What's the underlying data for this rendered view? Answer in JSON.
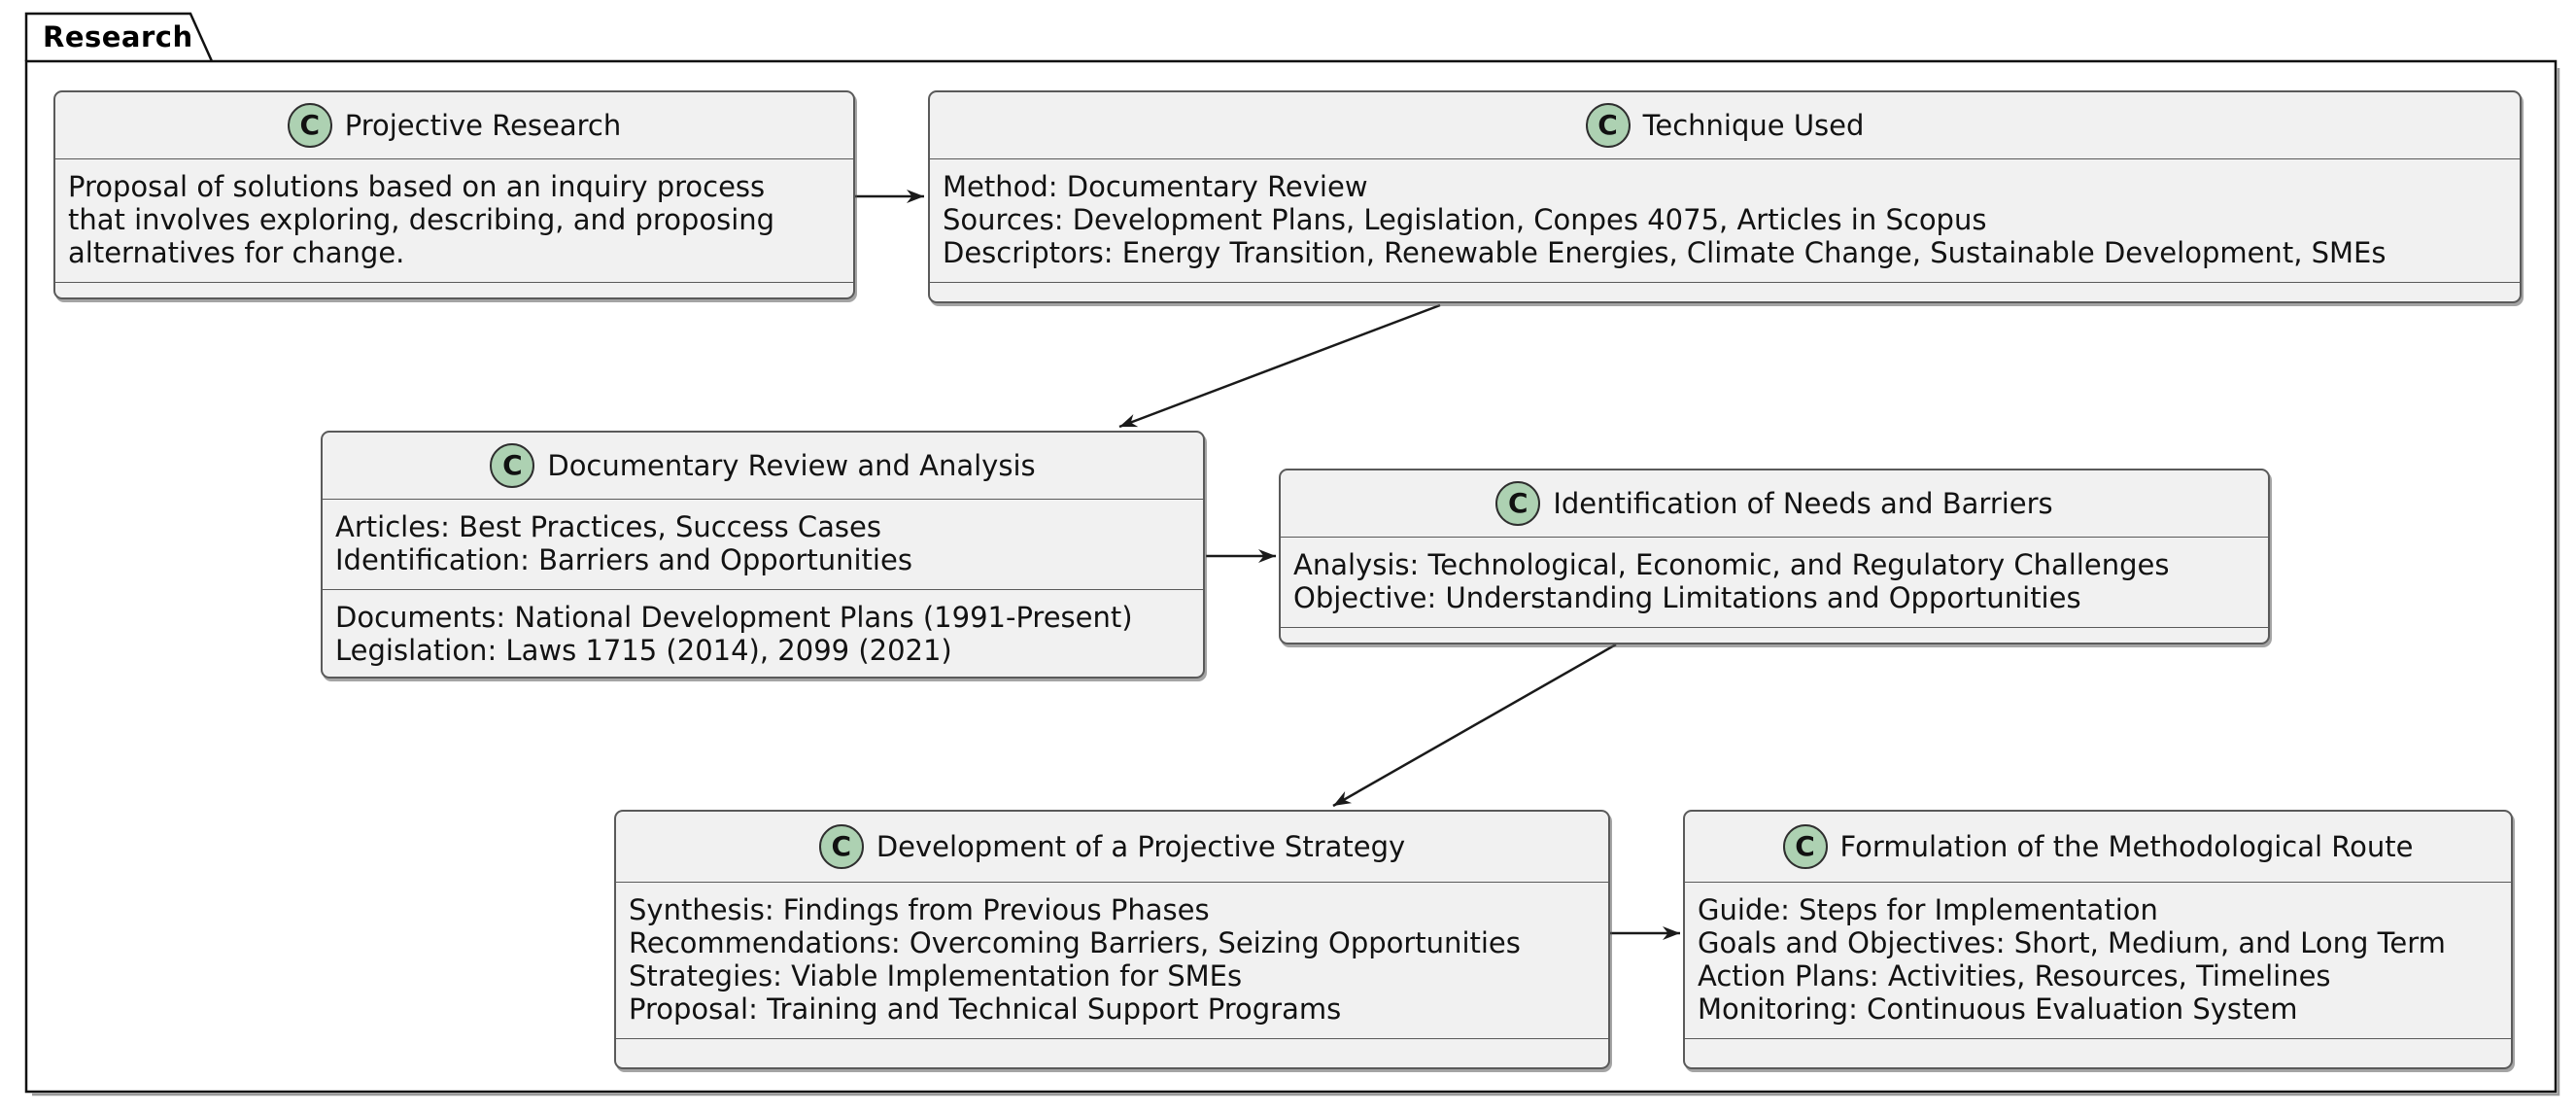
{
  "diagram": {
    "type": "uml-class-diagram",
    "package": {
      "label": "Research"
    },
    "icon": {
      "letter": "C",
      "fill": "#ADD1B2"
    },
    "classes": [
      {
        "title": "Projective Research",
        "sections": [
          {
            "lines": [
              "Proposal of solutions based on an inquiry process",
              "that involves exploring, describing, and proposing",
              "alternatives for change."
            ]
          }
        ],
        "has_empty_compartment": true
      },
      {
        "title": "Technique Used",
        "sections": [
          {
            "lines": [
              "Method: Documentary Review",
              "Sources: Development Plans, Legislation, Conpes 4075, Articles in Scopus",
              "Descriptors: Energy Transition, Renewable Energies, Climate Change, Sustainable Development, SMEs"
            ]
          }
        ],
        "has_empty_compartment": true
      },
      {
        "title": "Documentary Review and Analysis",
        "sections": [
          {
            "lines": [
              "Articles: Best Practices, Success Cases",
              "Identification: Barriers and Opportunities"
            ]
          },
          {
            "lines": [
              "Documents: National Development Plans (1991-Present)",
              "Legislation: Laws 1715 (2014), 2099 (2021)"
            ]
          }
        ],
        "has_empty_compartment": false
      },
      {
        "title": "Identification of Needs and Barriers",
        "sections": [
          {
            "lines": [
              "Analysis: Technological, Economic, and Regulatory Challenges",
              "Objective: Understanding Limitations and Opportunities"
            ]
          }
        ],
        "has_empty_compartment": true
      },
      {
        "title": "Development of a Projective Strategy",
        "sections": [
          {
            "lines": [
              "Synthesis: Findings from Previous Phases",
              "Recommendations: Overcoming Barriers, Seizing Opportunities",
              "Strategies: Viable Implementation for SMEs",
              "Proposal: Training and Technical Support Programs"
            ]
          }
        ],
        "has_empty_compartment": true
      },
      {
        "title": "Formulation of the Methodological Route",
        "sections": [
          {
            "lines": [
              "Guide: Steps for Implementation",
              "Goals and Objectives: Short, Medium, and Long Term",
              "Action Plans: Activities, Resources, Timelines",
              "Monitoring: Continuous Evaluation System"
            ]
          }
        ],
        "has_empty_compartment": true
      }
    ],
    "relations": [
      {
        "from": "Projective Research",
        "to": "Technique Used"
      },
      {
        "from": "Technique Used",
        "to": "Documentary Review and Analysis"
      },
      {
        "from": "Documentary Review and Analysis",
        "to": "Identification of Needs and Barriers"
      },
      {
        "from": "Identification of Needs and Barriers",
        "to": "Development of a Projective Strategy"
      },
      {
        "from": "Development of a Projective Strategy",
        "to": "Formulation of the Methodological Route"
      }
    ],
    "colors": {
      "class_fill": "#F1F1F1",
      "class_border": "#5A5A5A",
      "icon_fill": "#ADD1B2",
      "package_border": "#111111",
      "arrow": "#1A1A1A",
      "background": "#FFFFFF"
    }
  }
}
